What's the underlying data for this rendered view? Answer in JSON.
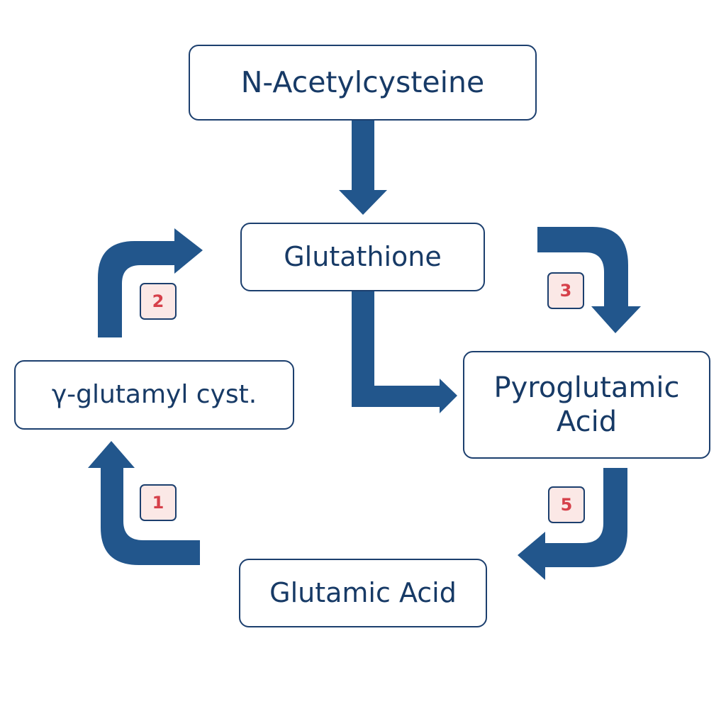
{
  "diagram": {
    "type": "metabolic-cycle",
    "colors": {
      "arrow": "#22568c",
      "node_border": "#1c3f6e",
      "node_text": "#173a66",
      "badge_fill": "#fbe8e6",
      "badge_text": "#d6404a"
    },
    "nodes": {
      "nac": "N-Acetylcysteine",
      "glutathione": "Glutathione",
      "pyroglutamic_line1": "Pyroglutamic",
      "pyroglutamic_line2": "Acid",
      "glutamic": "Glutamic Acid",
      "gamma": "γ-glutamyl cyst."
    },
    "steps": {
      "s1": "1",
      "s2": "2",
      "s3": "3",
      "s5": "5"
    },
    "edges": [
      {
        "from": "N-Acetylcysteine",
        "to": "Glutathione",
        "step": null
      },
      {
        "from": "Glutathione",
        "to": "Pyroglutamic Acid",
        "step": null
      },
      {
        "from": "Glutathione",
        "to": "Pyroglutamic Acid",
        "step": "3"
      },
      {
        "from": "Pyroglutamic Acid",
        "to": "Glutamic Acid",
        "step": "5"
      },
      {
        "from": "Glutamic Acid",
        "to": "γ-glutamyl cyst.",
        "step": "1"
      },
      {
        "from": "γ-glutamyl cyst.",
        "to": "Glutathione",
        "step": "2"
      }
    ]
  }
}
